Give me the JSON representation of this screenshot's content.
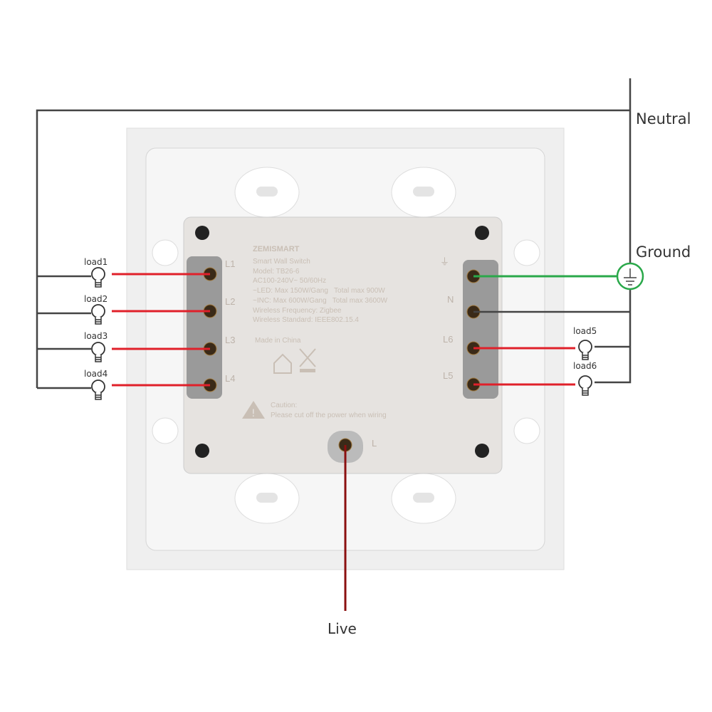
{
  "labels": {
    "neutral": "Neutral",
    "ground": "Ground",
    "live": "Live"
  },
  "loads": [
    "load1",
    "load2",
    "load3",
    "load4",
    "load5",
    "load6"
  ],
  "terminals": {
    "left": [
      "L1",
      "L2",
      "L3",
      "L4"
    ],
    "right_ground": "⏚",
    "right": [
      "N",
      "L6",
      "L5"
    ],
    "bottom": "L"
  },
  "device_label": {
    "brand": "ZEMISMART",
    "lines": [
      "Smart Wall Switch",
      "Model: TB26-6",
      "AC100-240V~ 50/60Hz",
      "~LED: Max 150W/Gang   Total max 900W",
      "~INC: Max 600W/Gang   Total max 3600W",
      "Wireless Frequency: Zigbee",
      "Wireless Standard: IEEE802.15.4"
    ],
    "origin": "Made in China",
    "caution_title": "Caution:",
    "caution_text": "Please cut off the power when wiring"
  },
  "colors": {
    "live": "#e0202a",
    "live_main": "#8b1010",
    "neutral": "#444444",
    "ground": "#2aa84a"
  }
}
